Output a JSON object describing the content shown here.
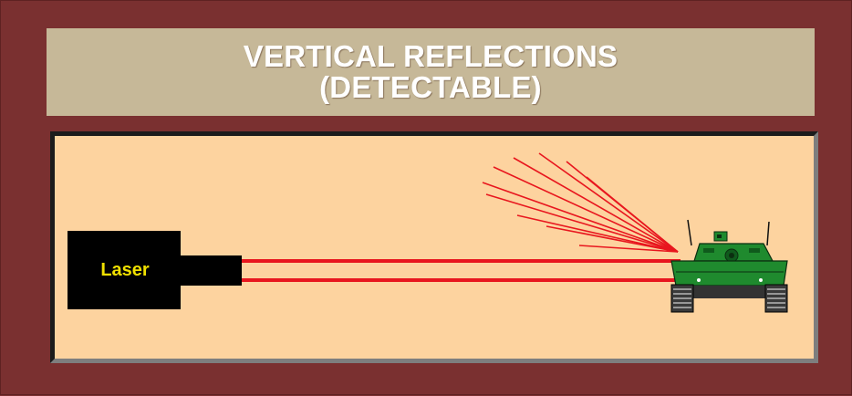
{
  "title": {
    "line1": "VERTICAL REFLECTIONS",
    "line2": "(DETECTABLE)"
  },
  "laser": {
    "label": "Laser"
  },
  "colors": {
    "frame": "#7a3030",
    "title_bar": "#c6b898",
    "panel": "#fdd39f",
    "laser_body": "#000000",
    "laser_label": "#f0e000",
    "beam": "#e8161e",
    "tank": "#1f8a2e"
  },
  "icons": {
    "tank": "tank-icon"
  }
}
